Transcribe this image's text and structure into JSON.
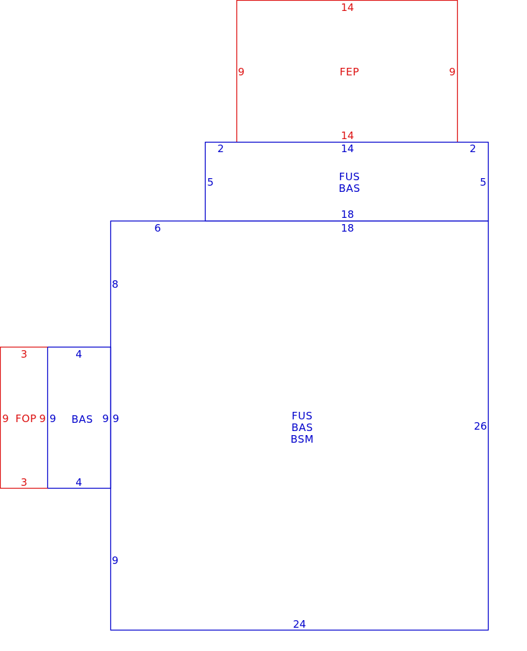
{
  "colors": {
    "living_area": "#0000cc",
    "porch_area": "#dd1111",
    "background": "#ffffff"
  },
  "areas": {
    "fep": {
      "codes": [
        "FEP"
      ],
      "dims": {
        "top": "14",
        "bottom": "14",
        "left": "9",
        "right": "9"
      }
    },
    "upper": {
      "codes": [
        "FUS",
        "BAS"
      ],
      "dims": {
        "top": "14",
        "bottom": "18",
        "left": "5",
        "right": "5",
        "top_left_edge": "2",
        "top_right_edge": "2"
      }
    },
    "main": {
      "codes": [
        "FUS",
        "BAS",
        "BSM"
      ],
      "dims": {
        "top_left": "6",
        "top": "18",
        "left_upper": "8",
        "left_middle": "9",
        "left_lower": "9",
        "right": "26",
        "bottom": "24"
      }
    },
    "bas_side": {
      "codes": [
        "BAS"
      ],
      "dims": {
        "top": "4",
        "bottom": "4",
        "left": "9",
        "right": "9"
      }
    },
    "fop": {
      "codes": [
        "FOP"
      ],
      "dims": {
        "top": "3",
        "bottom": "3",
        "left": "9",
        "right": "9"
      }
    }
  }
}
